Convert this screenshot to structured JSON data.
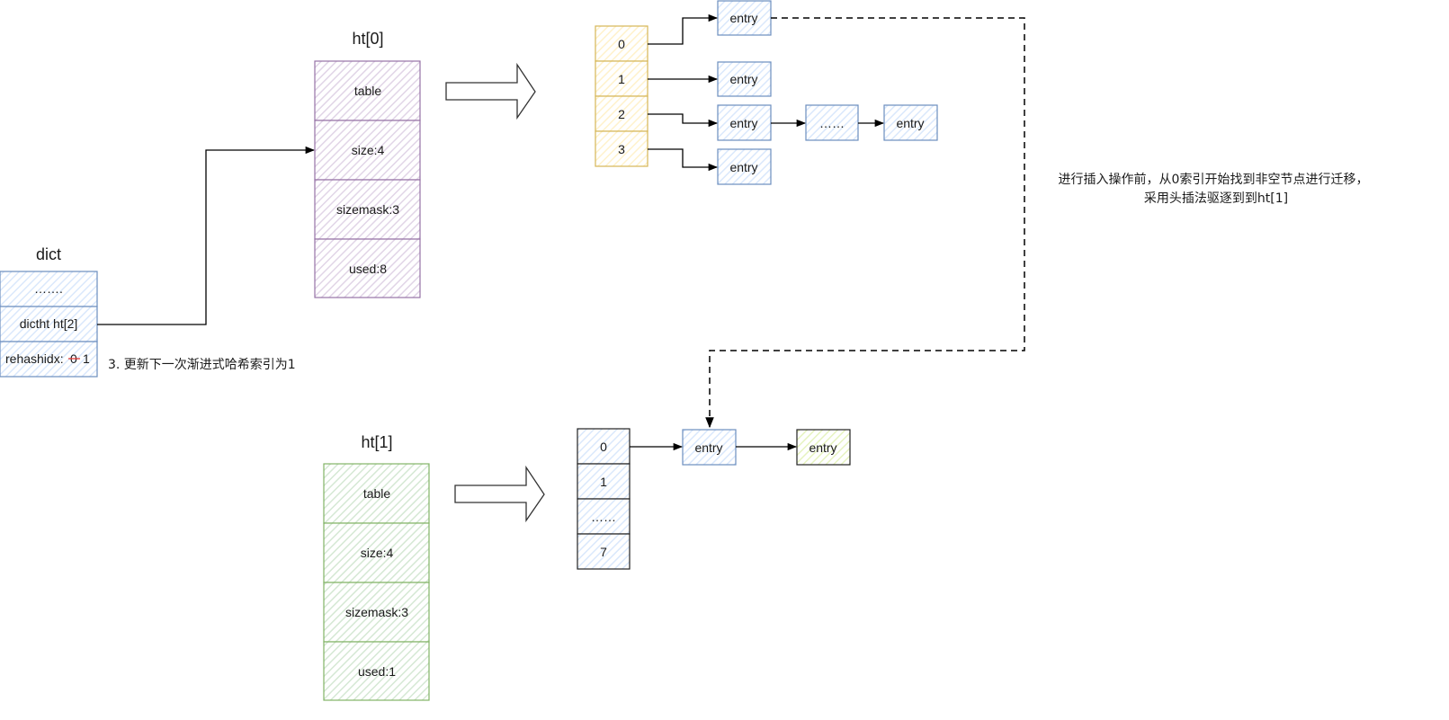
{
  "dict": {
    "title": "dict",
    "rows": [
      "…….",
      "dictht ht[2]"
    ],
    "rehash_label": "rehashidx:",
    "rehash_old": "0",
    "rehash_new": "1",
    "note": "3. 更新下一次渐进式哈希索引为1"
  },
  "ht0": {
    "title": "ht[0]",
    "fields": [
      "table",
      "size:4",
      "sizemask:3",
      "used:8"
    ],
    "buckets": [
      "0",
      "1",
      "2",
      "3"
    ],
    "entry_label": "entry",
    "ellipsis": "……"
  },
  "ht1": {
    "title": "ht[1]",
    "fields": [
      "table",
      "size:4",
      "sizemask:3",
      "used:1"
    ],
    "buckets": [
      "0",
      "1",
      "……",
      "7"
    ],
    "entry_label": "entry"
  },
  "migration_note": {
    "line1": "进行插入操作前，从0索引开始找到非空节点进行迁移，",
    "line2": "采用头插法驱逐到到ht[1]"
  },
  "colors": {
    "blue_fill": "#dae8fc",
    "blue_stroke": "#6c8ebf",
    "purple_fill": "#e1d5e7",
    "purple_stroke": "#9673a6",
    "green_fill": "#d5e8d4",
    "green_stroke": "#82b366",
    "yellow_fill": "#fff2cc",
    "yellow_stroke": "#d6b656",
    "lime_fill": "#f0f8d8",
    "strike": "#e53935"
  }
}
